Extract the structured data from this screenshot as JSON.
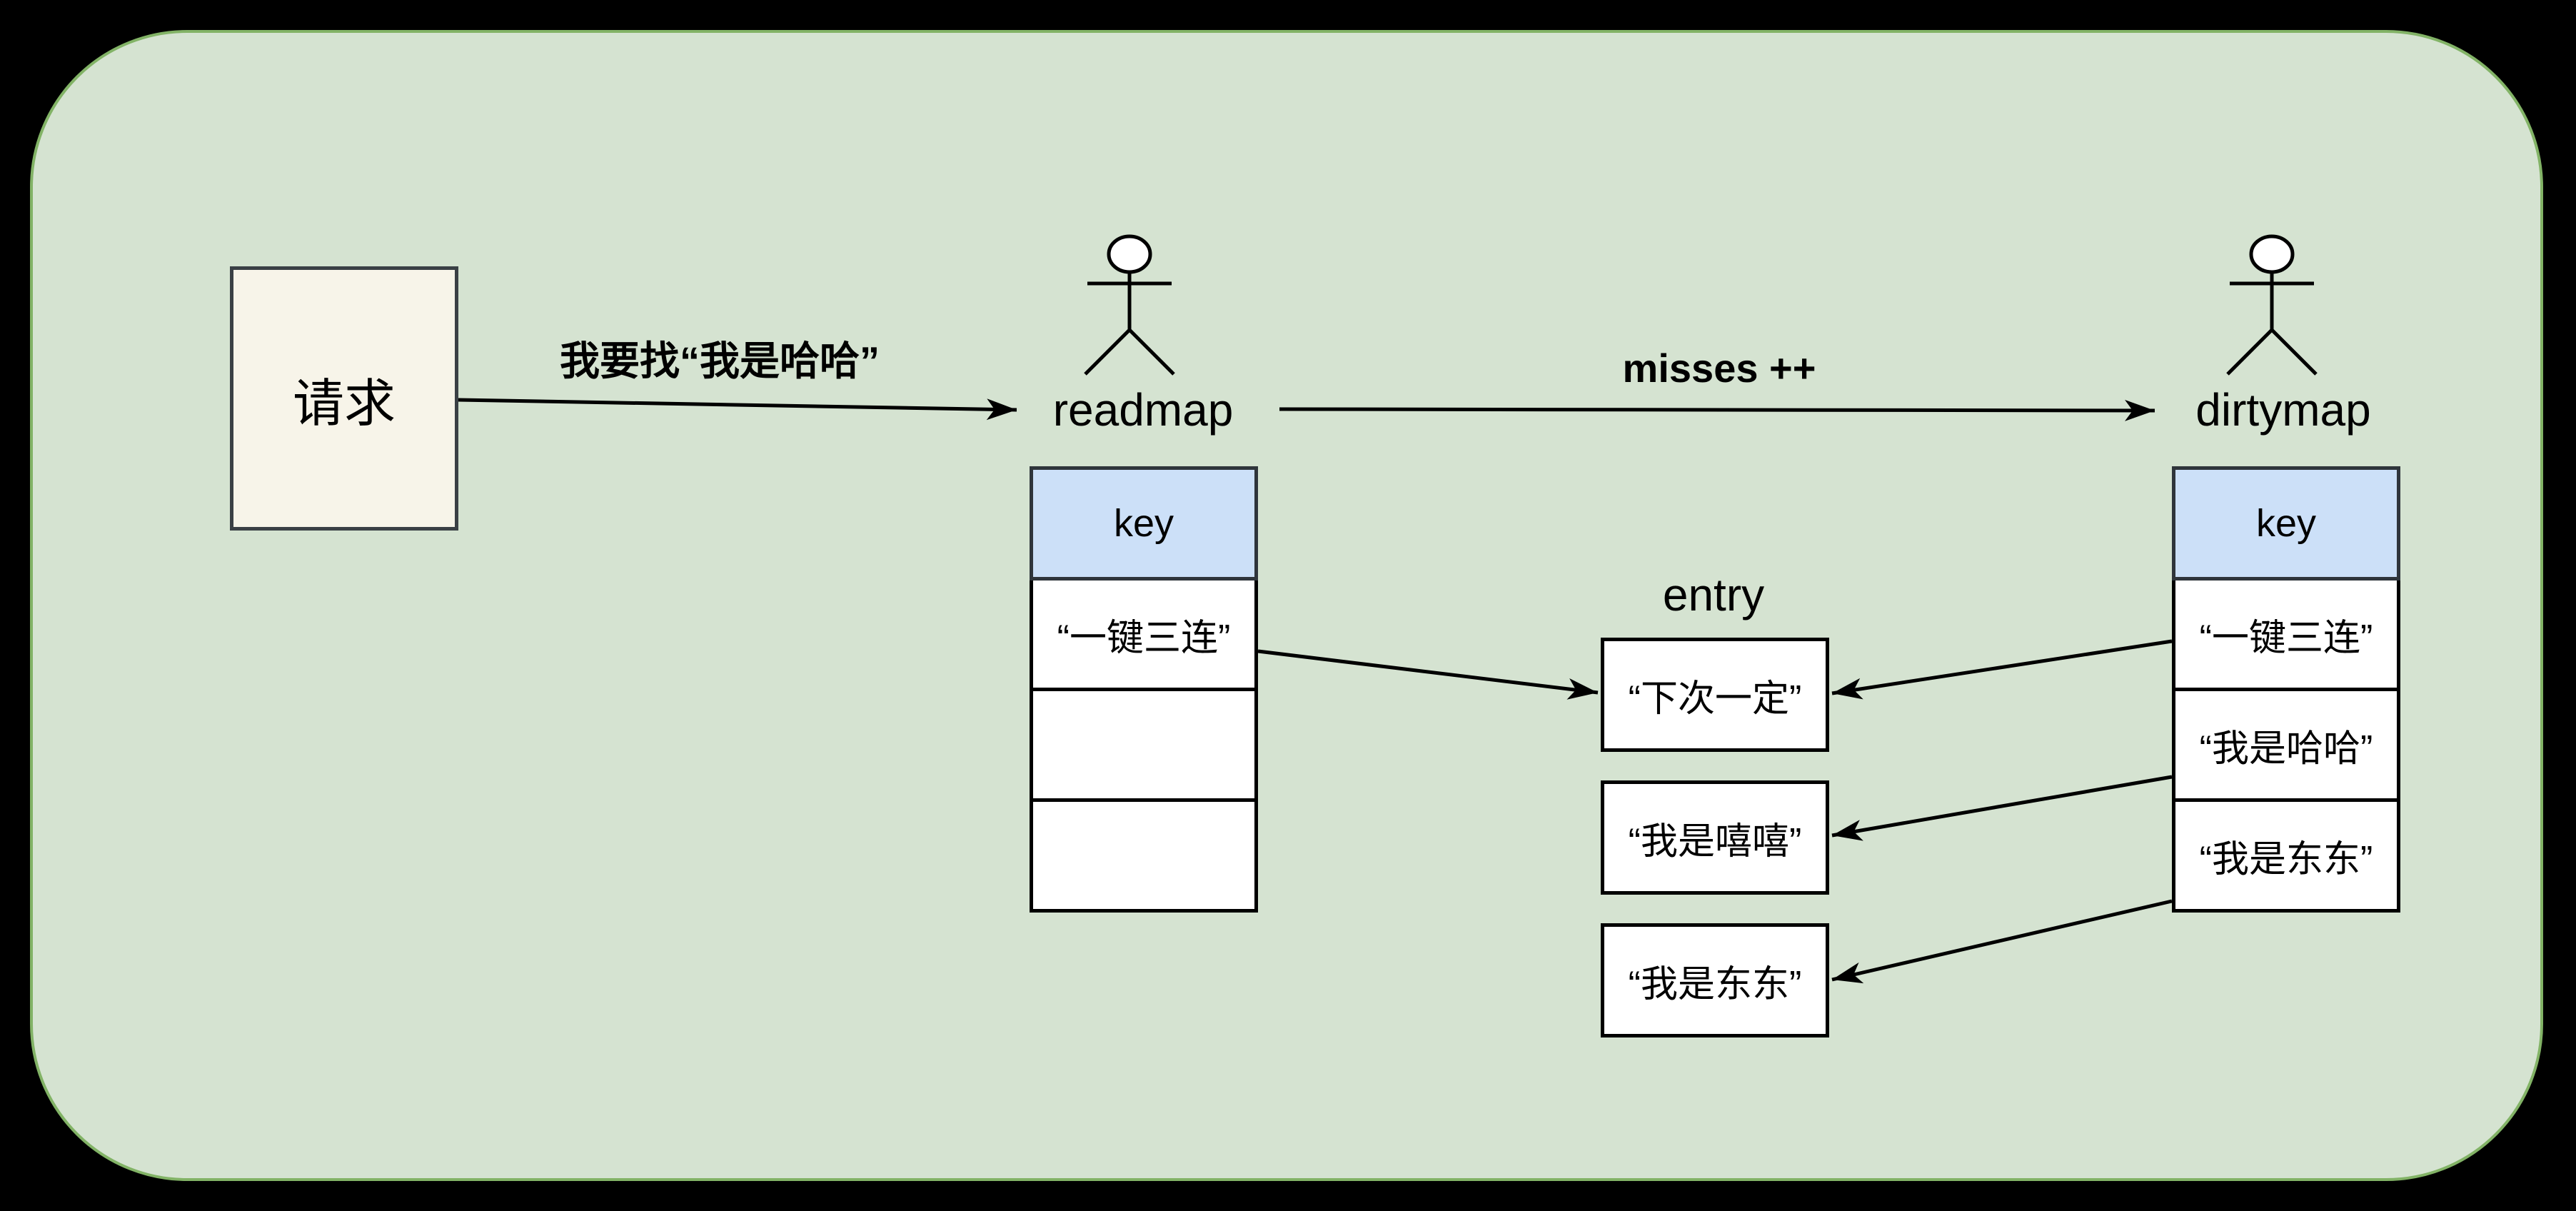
{
  "diagram_title": "sync.Map read-miss lookup diagram",
  "request_box": {
    "label": "请求"
  },
  "edges": {
    "request_to_readmap": {
      "label": "我要找“我是哈哈”"
    },
    "readmap_to_dirtymap": {
      "label": "misses ++"
    }
  },
  "actors": {
    "readmap": {
      "label": "readmap",
      "icon": "stick-figure"
    },
    "dirtymap": {
      "label": "dirtymap",
      "icon": "stick-figure"
    }
  },
  "tables": {
    "readmap": {
      "header": "key",
      "rows": [
        "“一键三连”",
        "",
        ""
      ]
    },
    "dirtymap": {
      "header": "key",
      "rows": [
        "“一键三连”",
        "“我是哈哈”",
        "“我是东东”"
      ]
    }
  },
  "entry": {
    "title": "entry",
    "values": [
      "“下次一定”",
      "“我是嘻嘻”",
      "“我是东东”"
    ]
  },
  "colors": {
    "outer_background": "#000000",
    "canvas_fill": "#d5e3d1",
    "canvas_border": "#82b366",
    "table_header_fill": "#cce0f8",
    "request_box_fill": "#f7f4e9",
    "line_color": "#000000"
  }
}
